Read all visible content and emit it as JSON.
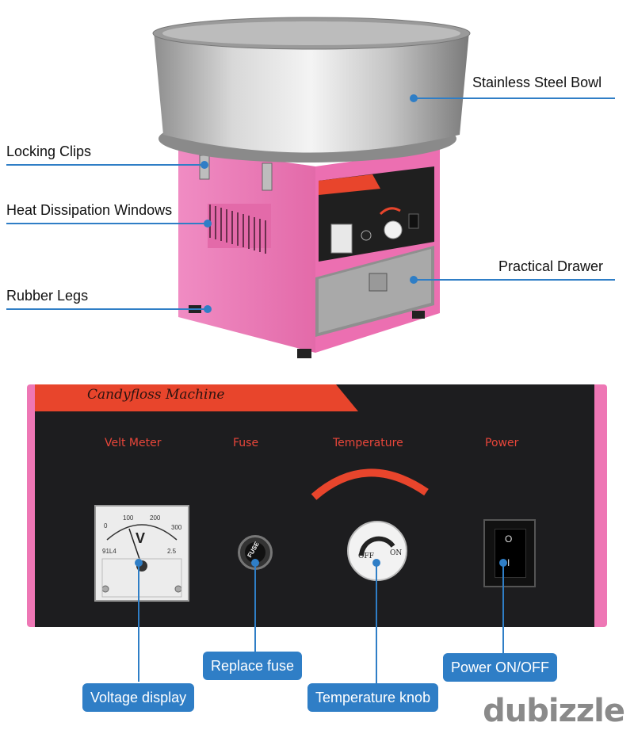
{
  "callouts": {
    "bowl": "Stainless Steel Bowl",
    "clips": "Locking Clips",
    "windows": "Heat Dissipation Windows",
    "drawer": "Practical Drawer",
    "legs": "Rubber Legs"
  },
  "panel": {
    "brand": "Candyfloss Machine",
    "volt_meter": "Velt Meter",
    "fuse": "Fuse",
    "temperature": "Temperature",
    "power": "Power",
    "knob_off": "OFF",
    "knob_on": "ON",
    "fuse_text": "FUSE",
    "meter_unit": "V",
    "meter_ticks": [
      "0",
      "100",
      "200",
      "300"
    ],
    "meter_model": "91L4",
    "meter_class": "2.5",
    "switch_top": "O",
    "switch_bottom": "I"
  },
  "buttons": {
    "voltage": "Voltage display",
    "fuse": "Replace fuse",
    "temperature": "Temperature knob",
    "power": "Power ON/OFF"
  },
  "colors": {
    "accent_blue": "#2f7ec6",
    "machine_pink": "#ee77b5",
    "panel_black": "#1d1d1f",
    "brand_orange": "#e8452c"
  },
  "watermark": "dubizzle"
}
